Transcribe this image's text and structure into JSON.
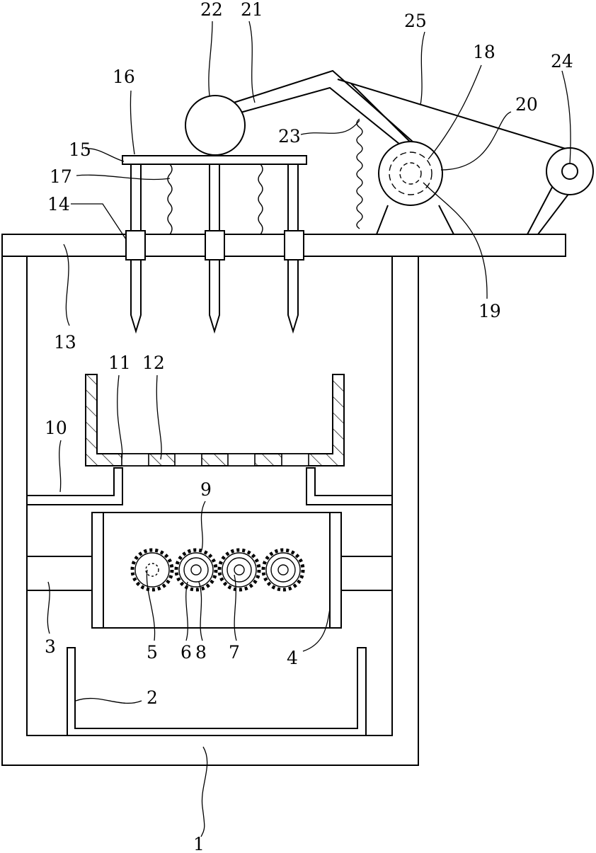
{
  "colors": {
    "line": "#000000",
    "background": "#ffffff"
  },
  "labels": {
    "l1": "1",
    "l2": "2",
    "l3": "3",
    "l4": "4",
    "l5": "5",
    "l6": "6",
    "l7": "7",
    "l8": "8",
    "l9": "9",
    "l10": "10",
    "l11": "11",
    "l12": "12",
    "l13": "13",
    "l14": "14",
    "l15": "15",
    "l16": "16",
    "l17": "17",
    "l18": "18",
    "l19": "19",
    "l20": "20",
    "l21": "21",
    "l22": "22",
    "l23": "23",
    "l24": "24",
    "l25": "25"
  }
}
